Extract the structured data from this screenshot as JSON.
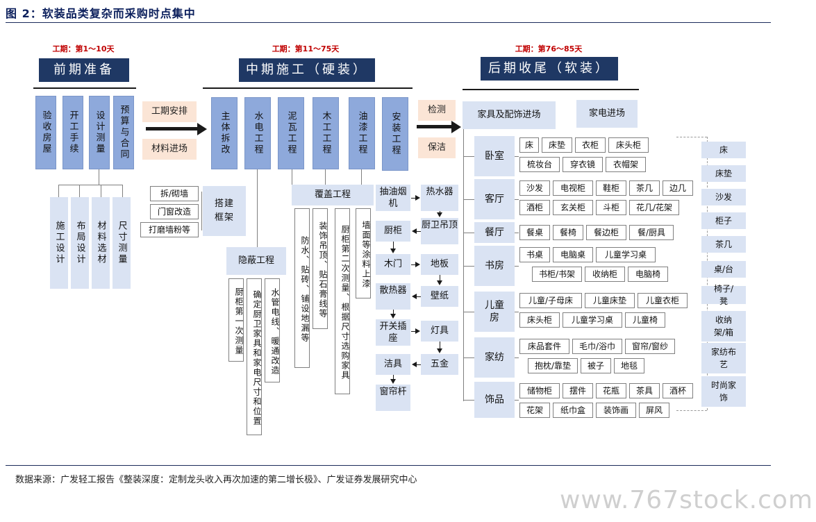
{
  "figure": {
    "title": "图 2：软装品类复杂而采购时点集中"
  },
  "phases": {
    "early": {
      "period": "工期：第1～10天",
      "title": "前期准备"
    },
    "mid": {
      "period": "工期：第11～75天",
      "title": "中期施工（硬装）"
    },
    "late": {
      "period": "工期：第76～85天",
      "title": "后期收尾（软装）"
    }
  },
  "early": {
    "steps": [
      "验收房屋",
      "开工手续",
      "设计测量",
      "预算与合同"
    ],
    "subs": [
      "施工设计",
      "布局设计",
      "材料选材",
      "尺寸测量"
    ],
    "notes": [
      "工期安排",
      "材料进场"
    ]
  },
  "mid": {
    "steps": [
      "主体拆改",
      "水电工程",
      "泥瓦工程",
      "木工工程",
      "油漆工程",
      "安装工程"
    ],
    "demo_subs": [
      "拆/砌墙",
      "门窗改造",
      "打磨墙粉等"
    ],
    "frame": "搭建框架",
    "hidden": "隐蔽工程",
    "hidden_subs": [
      "厨柜第一次测量",
      "确定厨卫家具和家电尺寸和位置",
      "水管电线、暖通改造"
    ],
    "cover": "覆盖工程",
    "cover_subs": [
      "防水、贴砖、铺设地漏等",
      "装饰吊顶、贴石膏线等",
      "厨柜第二次测量、根据尺寸选购家具",
      "墙面等涂料上漆"
    ],
    "install_left": [
      "抽油烟机",
      "厨柜",
      "木门",
      "散热器",
      "开关插座",
      "洁具",
      "窗帘杆"
    ],
    "install_right": [
      "热水器",
      "厨卫吊顶",
      "地板",
      "壁纸",
      "灯具",
      "五金"
    ],
    "notes": [
      "检测",
      "保洁"
    ]
  },
  "late": {
    "furniture": "家具及配饰进场",
    "appliance": "家电进场",
    "rooms": [
      {
        "name": "卧室",
        "rows": [
          [
            "床",
            "床垫",
            "衣柜",
            "床头柜"
          ],
          [
            "梳妆台",
            "穿衣镜",
            "衣帽架"
          ]
        ]
      },
      {
        "name": "客厅",
        "rows": [
          [
            "沙发",
            "电视柜",
            "鞋柜",
            "茶几",
            "边几"
          ],
          [
            "酒柜",
            "玄关柜",
            "斗柜",
            "花几/花架"
          ]
        ]
      },
      {
        "name": "餐厅",
        "rows": [
          [
            "餐桌",
            "餐椅",
            "餐边柜",
            "餐/厨具"
          ]
        ]
      },
      {
        "name": "书房",
        "rows": [
          [
            "书桌",
            "电脑桌",
            "儿童学习桌"
          ],
          [
            "书柜/书架",
            "收纳柜",
            "电脑椅"
          ]
        ]
      },
      {
        "name": "儿童房",
        "rows": [
          [
            "儿童/子母床",
            "儿童床垫",
            "儿童衣柜"
          ],
          [
            "床头柜",
            "儿童学习桌",
            "儿童椅"
          ]
        ]
      },
      {
        "name": "家纺",
        "rows": [
          [
            "床品套件",
            "毛巾/浴巾",
            "窗帘/窗纱"
          ],
          [
            "抱枕/靠垫",
            "被子",
            "地毯"
          ]
        ]
      },
      {
        "name": "饰品",
        "rows": [
          [
            "储物柜",
            "摆件",
            "花瓶",
            "茶具",
            "酒杯"
          ],
          [
            "花架",
            "纸巾盒",
            "装饰画",
            "屏风"
          ]
        ]
      }
    ],
    "categories": [
      "床",
      "床垫",
      "沙发",
      "柜子",
      "茶几",
      "桌/台",
      "椅子/凳",
      "收纳架/箱",
      "家纺布艺",
      "时尚家饰"
    ]
  },
  "source": "数据来源：广发轻工报告《整装深度：定制龙头收入再次加速的第二增长极》、广发证券发展研究中心",
  "watermark": "www.767stock.com"
}
